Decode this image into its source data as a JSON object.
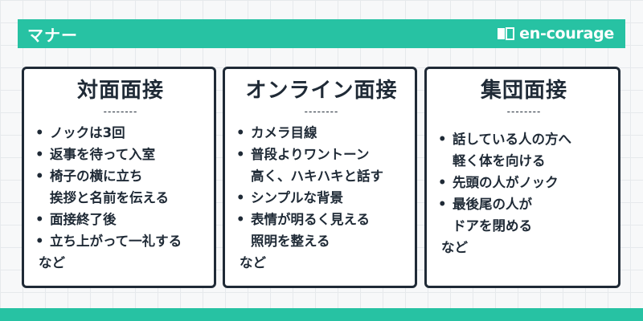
{
  "header": {
    "title": "マナー",
    "logo_text": "en-courage"
  },
  "colors": {
    "accent": "#27c2a3",
    "ink": "#1f2a36",
    "card_bg": "#ffffff"
  },
  "cards": [
    {
      "title": "対面面接",
      "divider": "--------",
      "items": [
        "ノックは3回",
        "返事を待って入室",
        "椅子の横に立ち\n挨拶と名前を伝える",
        "面接終了後",
        "立ち上がって一礼する"
      ],
      "note": "など"
    },
    {
      "title": "オンライン面接",
      "divider": "--------",
      "items": [
        "カメラ目線",
        "普段よりワントーン\n高く、ハキハキと話す",
        "シンプルな背景",
        "表情が明るく見える\n照明を整える"
      ],
      "note": "など"
    },
    {
      "title": "集団面接",
      "divider": "--------",
      "items": [
        "話している人の方へ\n軽く体を向ける",
        "先頭の人がノック",
        "最後尾の人が\nドアを閉める"
      ],
      "note": "など"
    }
  ],
  "bullet": "•"
}
